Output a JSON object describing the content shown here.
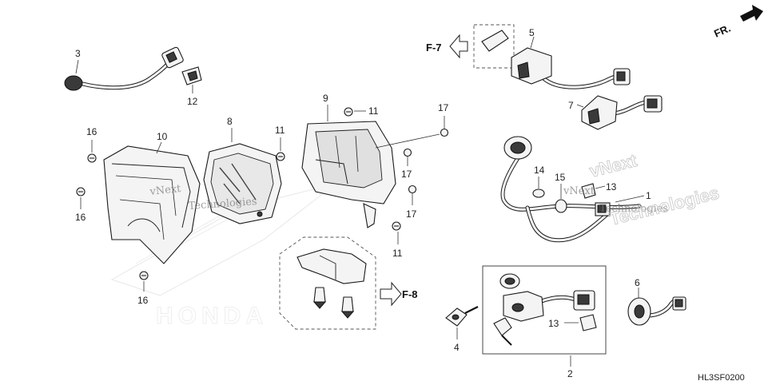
{
  "diagram": {
    "drawing_code": "HL3SF0200",
    "front_indicator": "FR.",
    "refs": {
      "f7": "F-7",
      "f8": "F-8"
    },
    "callouts": {
      "c1": "1",
      "c2": "2",
      "c3": "3",
      "c4": "4",
      "c5": "5",
      "c6": "6",
      "c7": "7",
      "c8": "8",
      "c9": "9",
      "c10": "10",
      "c11a": "11",
      "c11b": "11",
      "c11c": "11",
      "c12": "12",
      "c13a": "13",
      "c13b": "13",
      "c14": "14",
      "c15": "15",
      "c16a": "16",
      "c16b": "16",
      "c16c": "16",
      "c17a": "17",
      "c17b": "17",
      "c17c": "17"
    },
    "watermarks": {
      "wm_left_1": "vNext",
      "wm_left_2": "Technologies",
      "wm_right_1": "vNext",
      "wm_right_2": "Technologies",
      "wm_right_big_1": "vNext",
      "wm_right_big_2": "Technologies"
    },
    "logo_text": "HONDA"
  }
}
